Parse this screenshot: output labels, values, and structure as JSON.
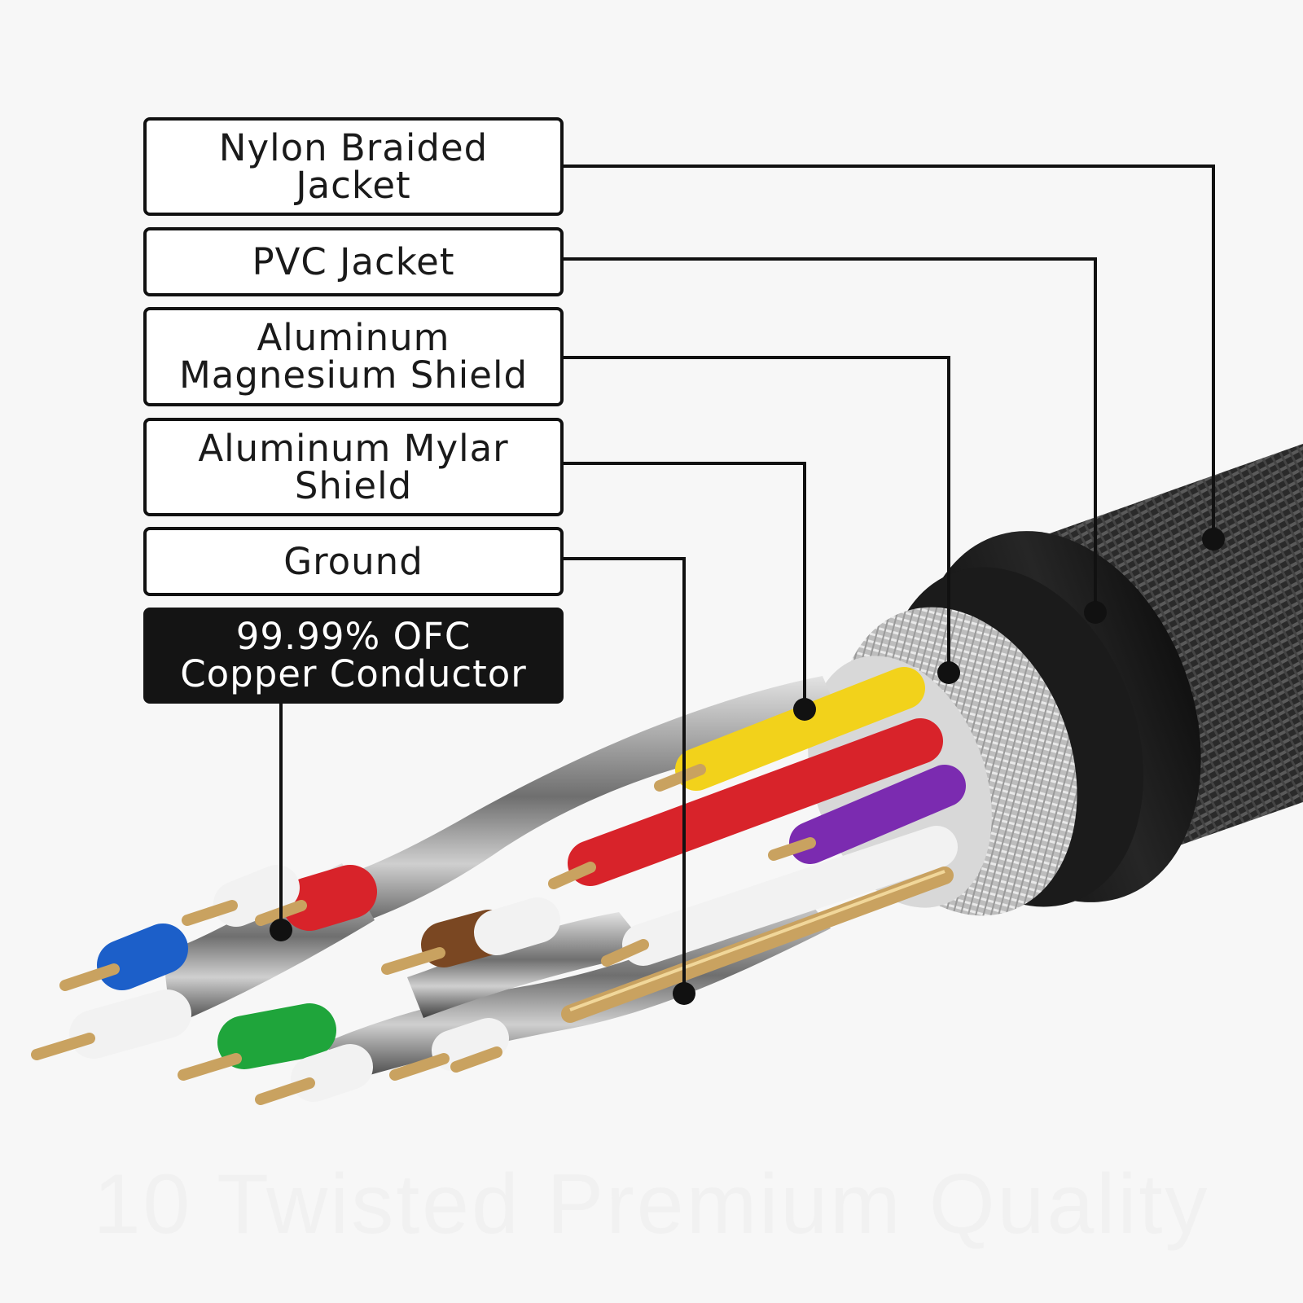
{
  "labels": [
    {
      "lines": [
        "Nylon Braided",
        "Jacket"
      ]
    },
    {
      "lines": [
        "PVC Jacket"
      ]
    },
    {
      "lines": [
        "Aluminum",
        "Magnesium Shield"
      ]
    },
    {
      "lines": [
        "Aluminum Mylar",
        "Shield"
      ]
    },
    {
      "lines": [
        "Ground"
      ]
    },
    {
      "lines": [
        "99.99% OFC",
        "Copper Conductor"
      ]
    }
  ],
  "tagline": "10 Twisted Premium Quality",
  "colors": {
    "label_border": "#111111",
    "highlight_label_bg": "#141414",
    "wire_yellow": "#f2d21b",
    "wire_red": "#d8232a",
    "wire_purple": "#7b2bb0",
    "wire_blue": "#1c5fc9",
    "wire_green": "#1fa53b",
    "wire_brown": "#7a4722",
    "copper": "#c9a260",
    "braid": "#2b2b2b",
    "shield_silver": "#b9b9b9"
  }
}
